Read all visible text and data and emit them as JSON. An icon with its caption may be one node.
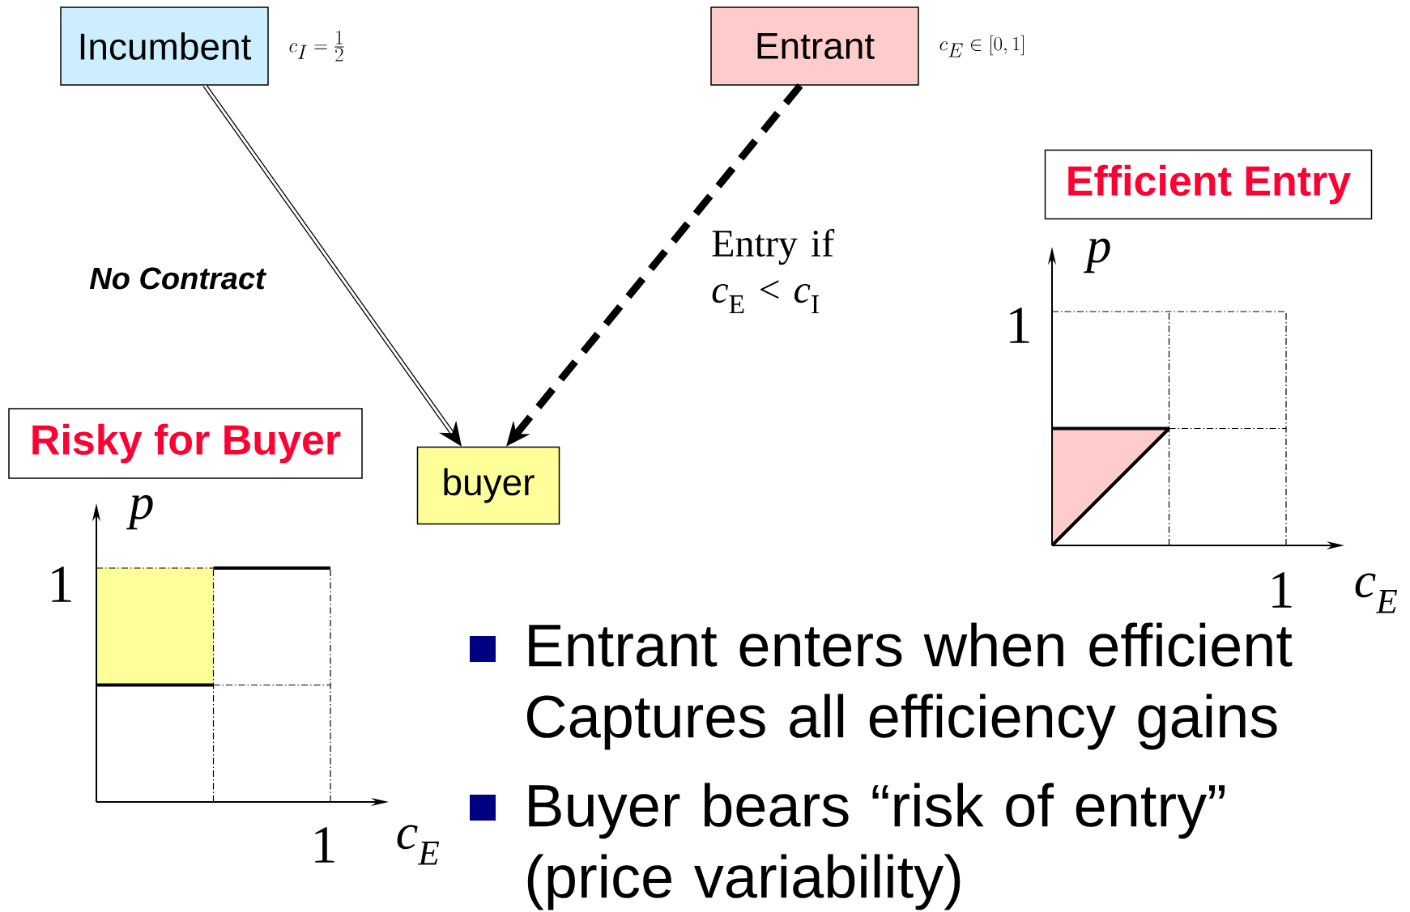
{
  "diagram": {
    "nodes": [
      {
        "text": [
          "Incumbent"
        ],
        "beside": [
          "c_I = \\tfrac{1}{2}"
        ]
      },
      {
        "text": [
          "Entrant"
        ],
        "beside": [
          "c_E \\in [0,1]"
        ]
      },
      {
        "text": [
          "buyer"
        ]
      },
      {
        "text": [
          "Risky for Buyer"
        ]
      },
      {
        "text": [
          "Efficient Entry"
        ]
      }
    ],
    "edges": [
      {
        "from": 0,
        "to": 2,
        "arrow": "to"
      },
      {
        "from": 1,
        "to": 2,
        "arrow": "to",
        "style": "dashed"
      }
    ],
    "labels": [
      "No Contract",
      "Entry if *c*$_{E}$ < *c*$_{I}$",
      "p",
      "1",
      "1",
      "c$_{E}$",
      "p",
      "1",
      "1",
      "c$_{E}$",
      "Entrant enters when efficient Captures all efficiency gains",
      "Buyer bears “risk of entry” (price variability)"
    ]
  }
}
